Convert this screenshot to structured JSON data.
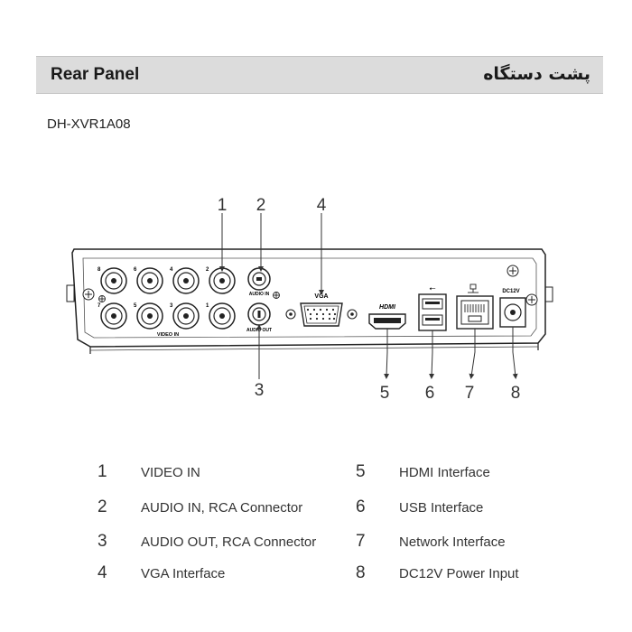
{
  "header": {
    "title": "Rear Panel",
    "title_rtl": "پشت دستگاه"
  },
  "model": "DH-XVR1A08",
  "panel": {
    "bnc_top_labels": [
      "8",
      "6",
      "4",
      "2"
    ],
    "bnc_bottom_labels": [
      "7",
      "5",
      "3",
      "1"
    ],
    "video_label": "VIDEO IN",
    "audio_in_label": "AUDIO IN",
    "audio_out_label": "AUDIO OUT",
    "vga_label": "VGA",
    "hdmi_label": "HDMI",
    "usb_label": "⭠",
    "dc_label": "DC12V"
  },
  "callouts": {
    "top": [
      "1",
      "2",
      "4"
    ],
    "bottom": [
      "3",
      "5",
      "6",
      "7",
      "8"
    ]
  },
  "legend": [
    {
      "num": "1",
      "text": "VIDEO IN"
    },
    {
      "num": "2",
      "text": "AUDIO IN, RCA Connector"
    },
    {
      "num": "3",
      "text": "AUDIO OUT, RCA Connector"
    },
    {
      "num": "4",
      "text": "VGA Interface"
    },
    {
      "num": "5",
      "text": "HDMI Interface"
    },
    {
      "num": "6",
      "text": "USB Interface"
    },
    {
      "num": "7",
      "text": "Network Interface"
    },
    {
      "num": "8",
      "text": "DC12V Power Input"
    }
  ],
  "colors": {
    "header_bg": "#dcdcdc",
    "line": "#333333"
  }
}
